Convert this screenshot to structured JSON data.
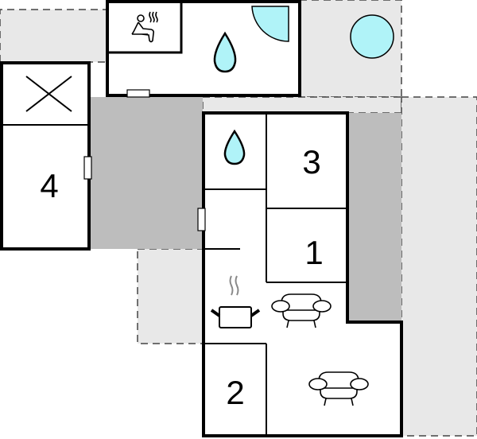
{
  "rooms": [
    {
      "id": "room-4",
      "label": "4"
    },
    {
      "id": "room-3",
      "label": "3"
    },
    {
      "id": "room-1",
      "label": "1"
    },
    {
      "id": "room-2",
      "label": "2"
    }
  ],
  "icons": [
    "sauna-icon",
    "shower-icon",
    "water-drop-icon",
    "pool-icon",
    "bed-icon",
    "cooking-pot-icon",
    "sofa-icon"
  ],
  "colors": {
    "water": "#b0f3f8",
    "terrace": "#e8e8e8",
    "covered": "#bdbdbd",
    "wall": "#000000"
  }
}
